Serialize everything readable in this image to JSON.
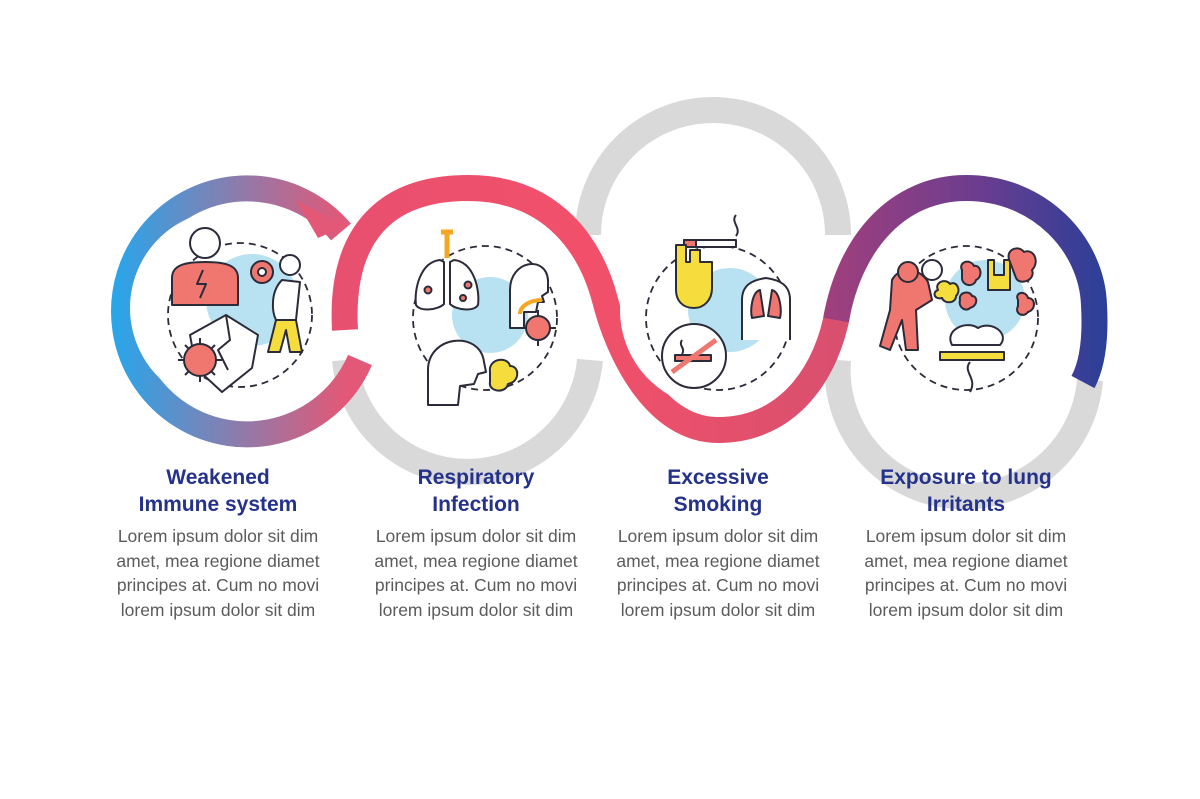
{
  "steps": [
    {
      "title_line1": "Weakened",
      "title_line2": "Immune system",
      "body": [
        "Lorem ipsum dolor sit dim",
        "amet, mea regione diamet",
        "principes at. Cum no movi",
        "lorem ipsum dolor sit dim"
      ],
      "icon": "weakened-immune-system-illustration"
    },
    {
      "title_line1": "Respiratory",
      "title_line2": "Infection",
      "body": [
        "Lorem ipsum dolor sit dim",
        "amet, mea regione diamet",
        "principes at. Cum no movi",
        "lorem ipsum dolor sit dim"
      ],
      "icon": "respiratory-infection-illustration"
    },
    {
      "title_line1": "Excessive",
      "title_line2": "Smoking",
      "body": [
        "Lorem ipsum dolor sit dim",
        "amet, mea regione diamet",
        "principes at. Cum no movi",
        "lorem ipsum dolor sit dim"
      ],
      "icon": "excessive-smoking-illustration"
    },
    {
      "title_line1": "Exposure to lung",
      "title_line2": "Irritants",
      "body": [
        "Lorem ipsum dolor sit dim",
        "amet, mea regione diamet",
        "principes at. Cum no movi",
        "lorem ipsum dolor sit dim"
      ],
      "icon": "lung-irritants-illustration"
    }
  ],
  "colors": {
    "title": "#25328a",
    "body": "#5b5b5b",
    "ring_track": "#d9d9d9",
    "gradient_blue": "#22a8ee",
    "gradient_pink": "#ee4a6a",
    "gradient_purple": "#8e3f8f",
    "gradient_navy": "#2c3f98",
    "icon_blue": "#b8e2f2",
    "icon_salmon": "#ef7770",
    "icon_yellow": "#f5dd3e",
    "icon_outline": "#2b2b3a"
  }
}
